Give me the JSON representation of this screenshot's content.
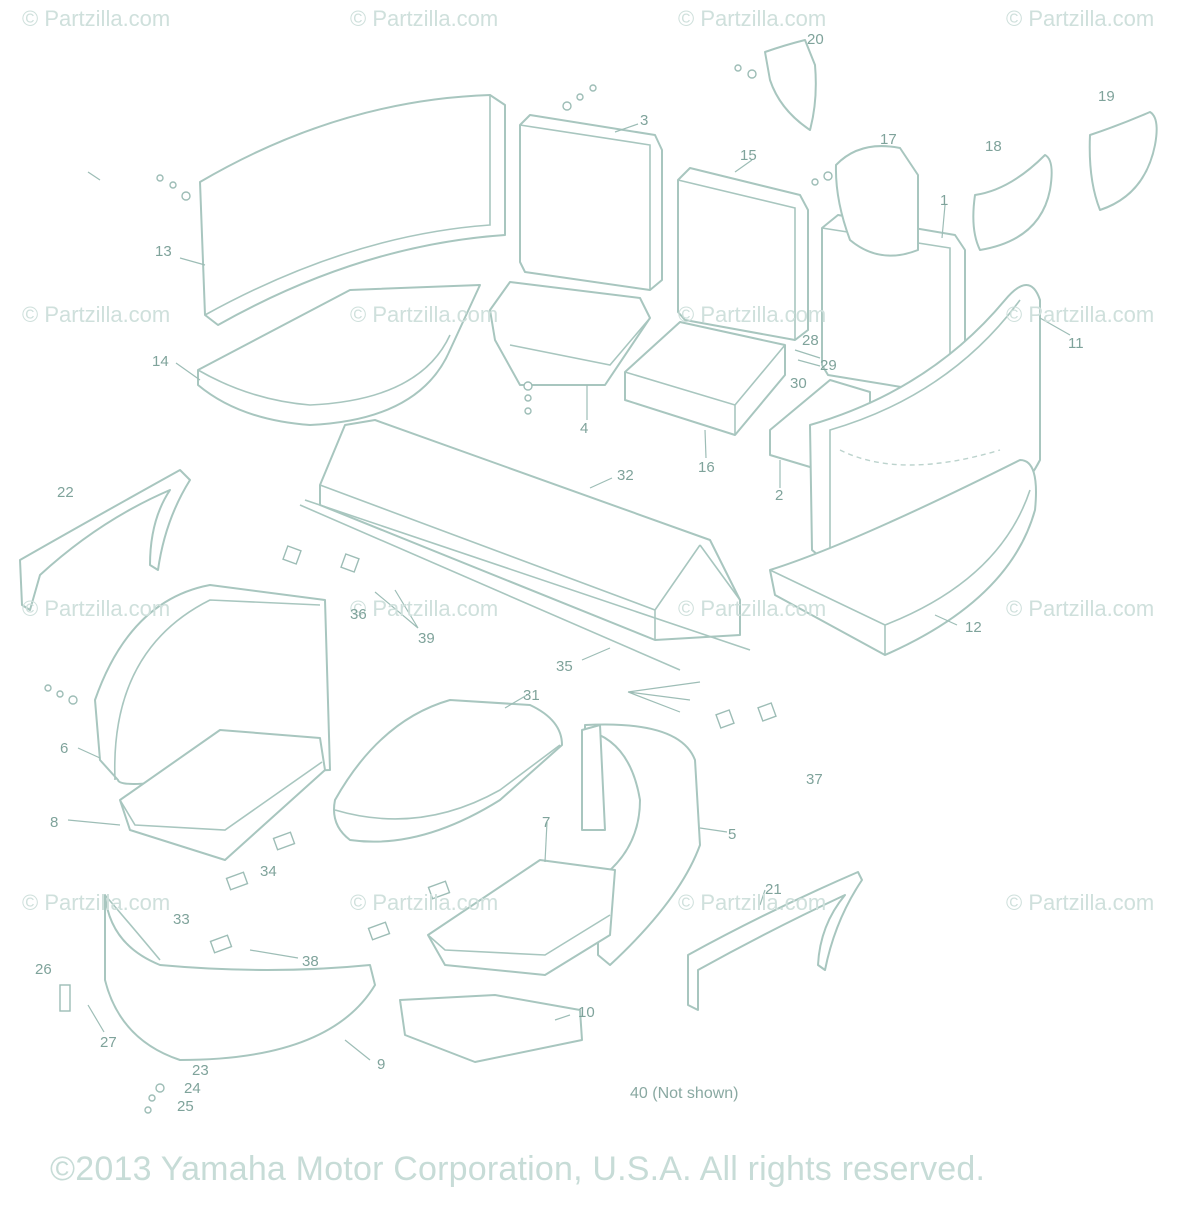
{
  "watermark_text": "© Partzilla.com",
  "note": "40 (Not shown)",
  "copyright": "©2013 Yamaha Motor Corporation, U.S.A. All rights reserved.",
  "callouts": [
    "1",
    "2",
    "3",
    "4",
    "5",
    "6",
    "7",
    "8",
    "9",
    "10",
    "11",
    "12",
    "13",
    "14",
    "15",
    "16",
    "17",
    "18",
    "19",
    "20",
    "21",
    "22",
    "23",
    "24",
    "25",
    "26",
    "27",
    "28",
    "29",
    "30",
    "31",
    "32",
    "33",
    "34",
    "35",
    "36",
    "37",
    "38",
    "39"
  ],
  "colors": {
    "line": "#a8c6bf",
    "label": "#7fa39b",
    "watermark": "#cfe0dc"
  }
}
